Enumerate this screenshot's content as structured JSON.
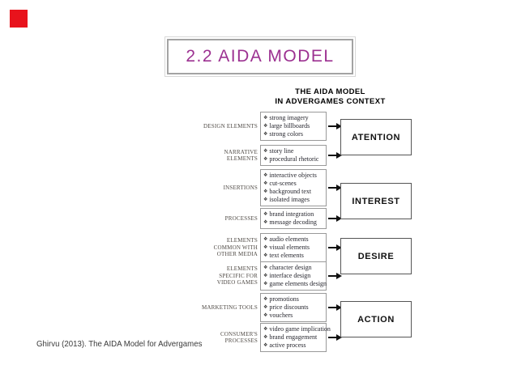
{
  "slide": {
    "title": "2.2 AIDA MODEL",
    "citation": "Ghirvu (2013). The AIDA Model for Advergames",
    "accent_color": "#9c3191",
    "marker_color": "#e8131c"
  },
  "figure": {
    "title_line1": "THE AIDA MODEL",
    "title_line2": "IN ADVERGAMES CONTEXT",
    "bullet_glyph": "❖",
    "rows": [
      {
        "label": "DESIGN ELEMENTS",
        "items": [
          "strong imagery",
          "large billboards",
          "strong colors"
        ],
        "stage": "ATENTION"
      },
      {
        "label": "NARRATIVE ELEMENTS",
        "items": [
          "story line",
          "procedural rhetoric"
        ],
        "stage": "ATENTION"
      },
      {
        "label": "INSERTIONS",
        "items": [
          "interactive objects",
          "cut-scenes",
          "background text",
          "isolated images"
        ],
        "stage": "INTEREST"
      },
      {
        "label": "PROCESSES",
        "items": [
          "brand integration",
          "message decoding"
        ],
        "stage": "INTEREST"
      },
      {
        "label": "ELEMENTS COMMON WITH OTHER MEDIA",
        "items": [
          "audio elements",
          "visual elements",
          "text elements"
        ],
        "stage": "DESIRE"
      },
      {
        "label": "ELEMENTS SPECIFIC FOR VIDEO GAMES",
        "items": [
          "character design",
          "interface design",
          "game elements design"
        ],
        "stage": "DESIRE"
      },
      {
        "label": "MARKETING TOOLS",
        "items": [
          "promotions",
          "price discounts",
          "vouchers"
        ],
        "stage": "ACTION"
      },
      {
        "label": "CONSUMER'S PROCESSES",
        "items": [
          "video game implication",
          "brand engagement",
          "active process"
        ],
        "stage": "ACTION"
      }
    ],
    "stages": [
      {
        "label": "ATENTION"
      },
      {
        "label": "INTEREST"
      },
      {
        "label": "DESIRE"
      },
      {
        "label": "ACTION"
      }
    ]
  }
}
